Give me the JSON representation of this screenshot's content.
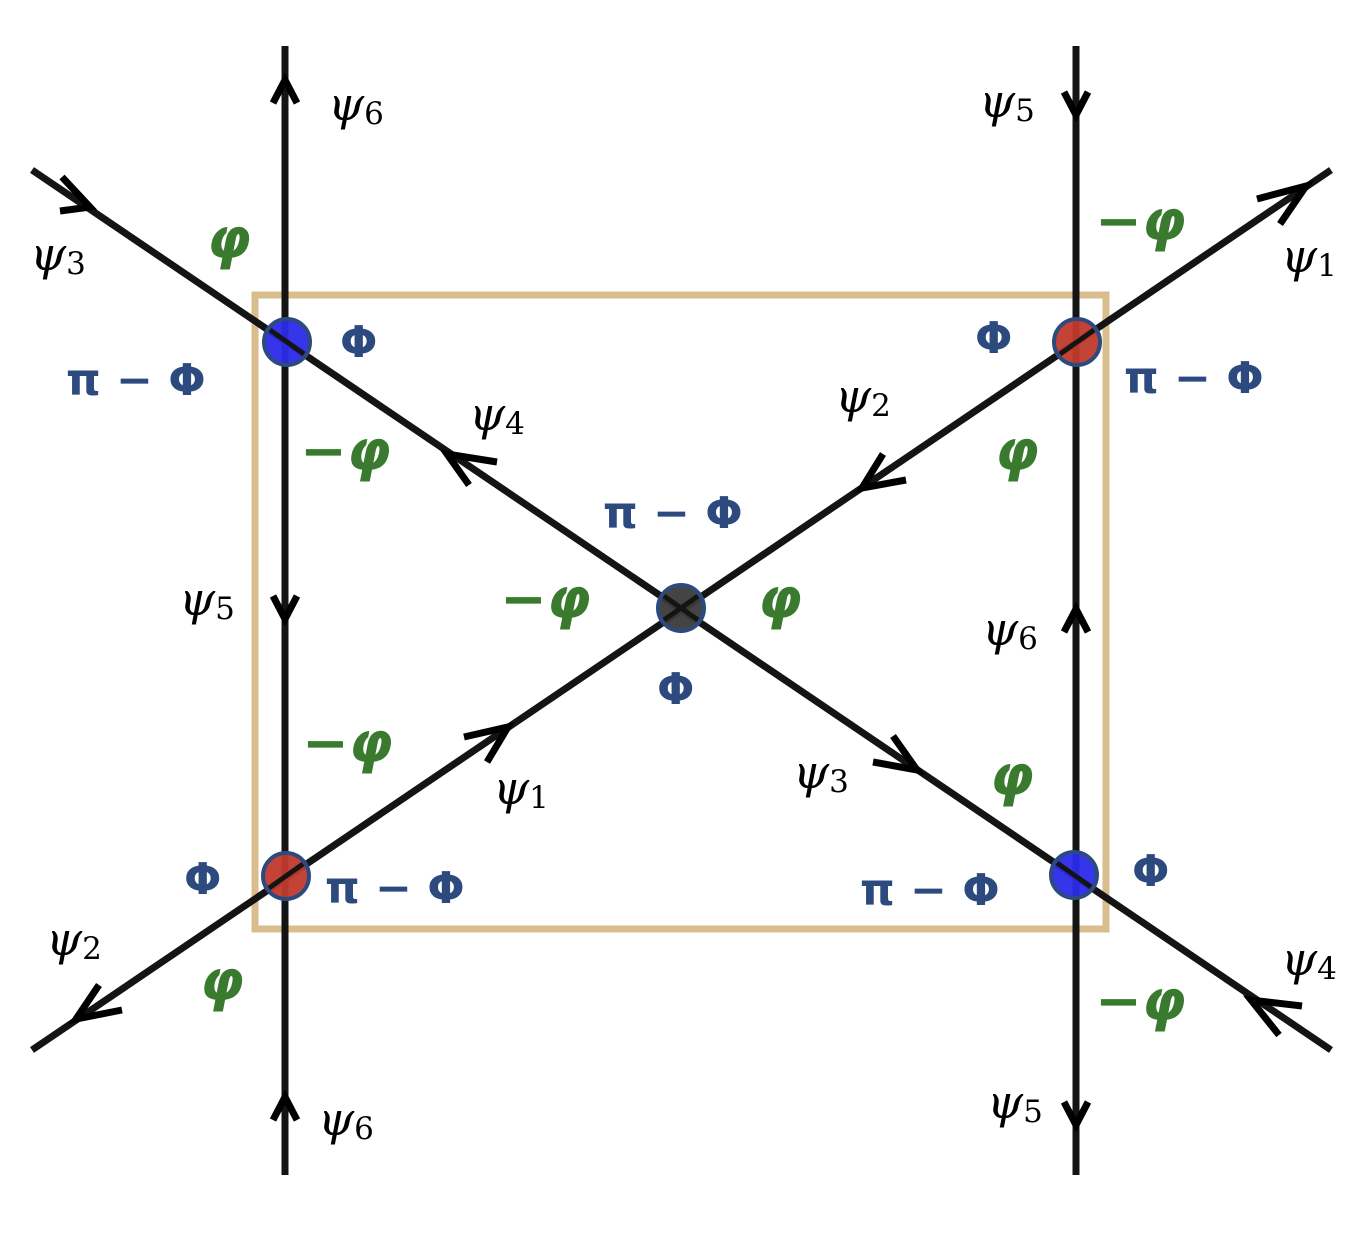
{
  "colors": {
    "line": "#141414",
    "frame": "#d9bd8c",
    "phi_label": "#2c4a7e",
    "varphi_label": "#3a7a2e",
    "vertex_blue": "#2a2ae8",
    "vertex_red": "#c0392b",
    "vertex_center": "#3a3a3a",
    "vertex_stroke": "#2c4a7e"
  },
  "psi_labels": [
    {
      "base": "ψ",
      "sub": "6"
    },
    {
      "base": "ψ",
      "sub": "5"
    },
    {
      "base": "ψ",
      "sub": "3"
    },
    {
      "base": "ψ",
      "sub": "1"
    },
    {
      "base": "ψ",
      "sub": "4"
    },
    {
      "base": "ψ",
      "sub": "2"
    },
    {
      "base": "ψ",
      "sub": "5"
    },
    {
      "base": "ψ",
      "sub": "6"
    },
    {
      "base": "ψ",
      "sub": "1"
    },
    {
      "base": "ψ",
      "sub": "3"
    },
    {
      "base": "ψ",
      "sub": "2"
    },
    {
      "base": "ψ",
      "sub": "4"
    },
    {
      "base": "ψ",
      "sub": "6"
    },
    {
      "base": "ψ",
      "sub": "5"
    }
  ],
  "phi_labels": {
    "tl_right": "Φ",
    "tl_left": "π − Φ",
    "tr_left": "Φ",
    "tr_right": "π − Φ",
    "center_top": "π − Φ",
    "center_bottom": "Φ",
    "bl_left": "Φ",
    "bl_right": "π − Φ",
    "br_left": "π − Φ",
    "br_right": "Φ"
  },
  "varphi_labels": {
    "tl_upper": "φ",
    "tl_lower": "−φ",
    "tr_upper": "−φ",
    "tr_lower": "φ",
    "center_left": "−φ",
    "center_right": "φ",
    "bl_upper": "−φ",
    "bl_lower": "φ",
    "br_upper": "φ",
    "br_lower": "−φ"
  }
}
